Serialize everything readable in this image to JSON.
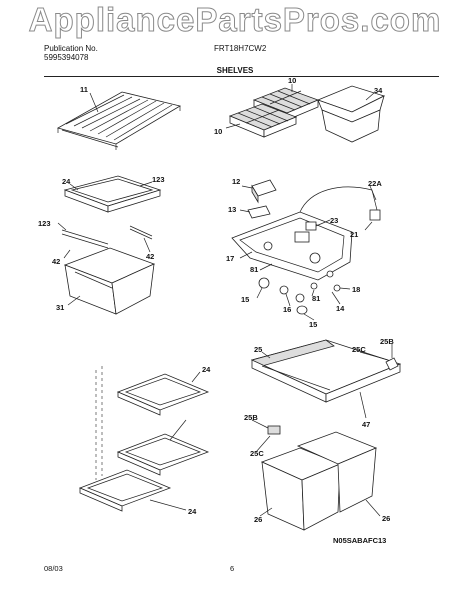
{
  "watermark": "AppliancePartsPros.com",
  "header": {
    "publication_label": "Publication No.",
    "publication_number": "5995394078",
    "model": "FRT18H7CW2",
    "section_title": "SHELVES"
  },
  "callouts": {
    "c11": "11",
    "c10a": "10",
    "c10b": "10",
    "c34": "34",
    "c24a": "24",
    "c123a": "123",
    "c123b": "123",
    "c42a": "42",
    "c42b": "42",
    "c31": "31",
    "c12": "12",
    "c22a": "22A",
    "c13": "13",
    "c23": "23",
    "c21": "21",
    "c17": "17",
    "c81a": "81",
    "c15a": "15",
    "c16": "16",
    "c81b": "81",
    "c18": "18",
    "c14": "14",
    "c15b": "15",
    "c24b": "24",
    "c24c": "24",
    "c25a": "25",
    "c25b": "25B",
    "c25c": "25C",
    "c47": "47",
    "c25bb": "25B",
    "c25cc": "25C",
    "c26a": "26",
    "c26b": "26"
  },
  "footer": {
    "date": "08/03",
    "page": "6",
    "drawing_code": "N05SABAFC13"
  }
}
